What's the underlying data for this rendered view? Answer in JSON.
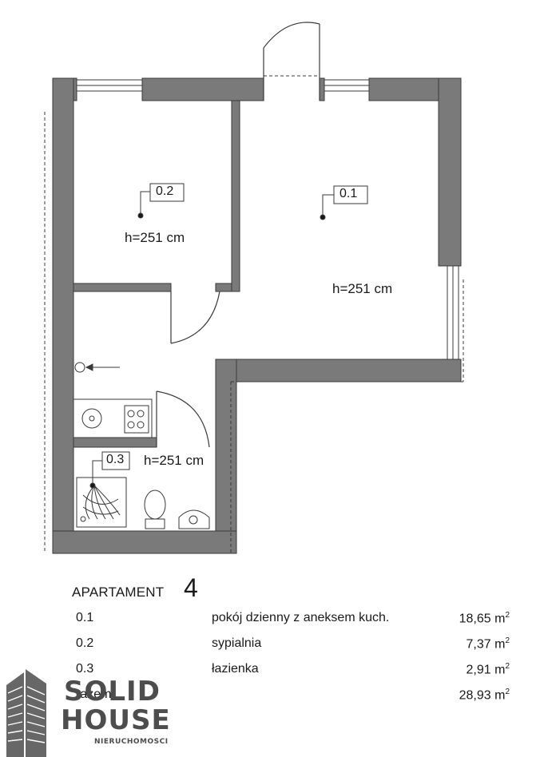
{
  "rooms": [
    {
      "id": "0.1",
      "height": "h=251 cm"
    },
    {
      "id": "0.2",
      "height": "h=251 cm"
    },
    {
      "id": "0.3",
      "height": "h=251 cm"
    }
  ],
  "legend": {
    "title": "APARTAMENT",
    "number": "4",
    "rows": [
      {
        "code": "0.1",
        "name": "pokój dzienny z aneksem kuch.",
        "area": "18,65 m"
      },
      {
        "code": "0.2",
        "name": "sypialnia",
        "area": "7,37 m"
      },
      {
        "code": "0.3",
        "name": "łazienka",
        "area": "2,91 m"
      },
      {
        "code": "razem",
        "name": "",
        "area": "28,93 m"
      }
    ],
    "unit_superscript": "2"
  },
  "logo": {
    "line1": "SOLID",
    "line2": "HOUSE",
    "line3": "NIERUCHOMOSCI"
  },
  "colors": {
    "wall": "#7a7a7a",
    "wall_outline": "#3a3a3a",
    "logo": "#4d4d4d"
  }
}
